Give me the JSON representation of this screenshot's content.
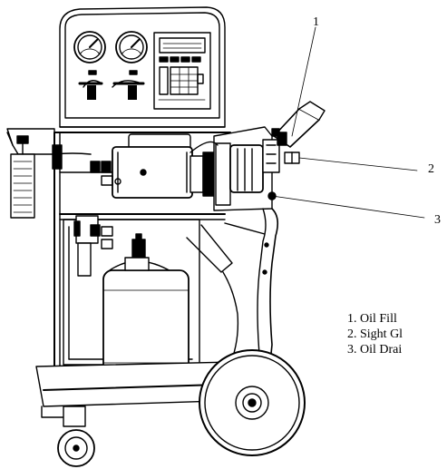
{
  "callouts": [
    {
      "number": "1"
    },
    {
      "number": "2"
    },
    {
      "number": "3"
    }
  ],
  "legend": [
    "1. Oil Fill",
    "2. Sight Gl",
    "3. Oil Drai"
  ]
}
